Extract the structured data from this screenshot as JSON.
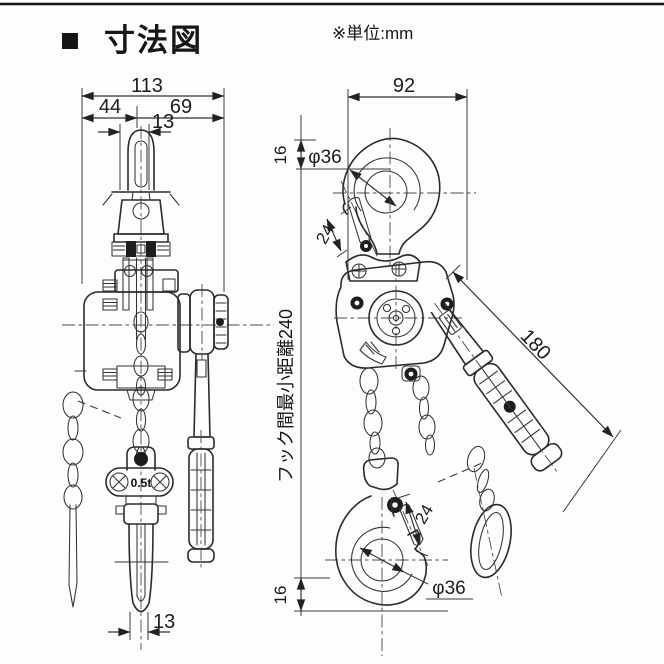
{
  "header": {
    "title_marker": "■",
    "title": "寸法図",
    "unit_note": "※単位:mm"
  },
  "left_view": {
    "capacity_badge": "0.5t",
    "dims": {
      "total_width": "113",
      "offset_left": "44",
      "offset_right": "69",
      "top_hook_thickness": "13",
      "bottom_hook_thickness": "13"
    }
  },
  "right_view": {
    "dims": {
      "body_width": "92",
      "top_clearance": "16",
      "top_hook_diameter": "φ36",
      "top_hook_opening": "24",
      "lever_length": "180",
      "min_hook_distance_label": "フック間最小距離240",
      "bottom_hook_opening": "24",
      "bottom_hook_diameter": "φ36",
      "bottom_clearance": "16"
    }
  }
}
